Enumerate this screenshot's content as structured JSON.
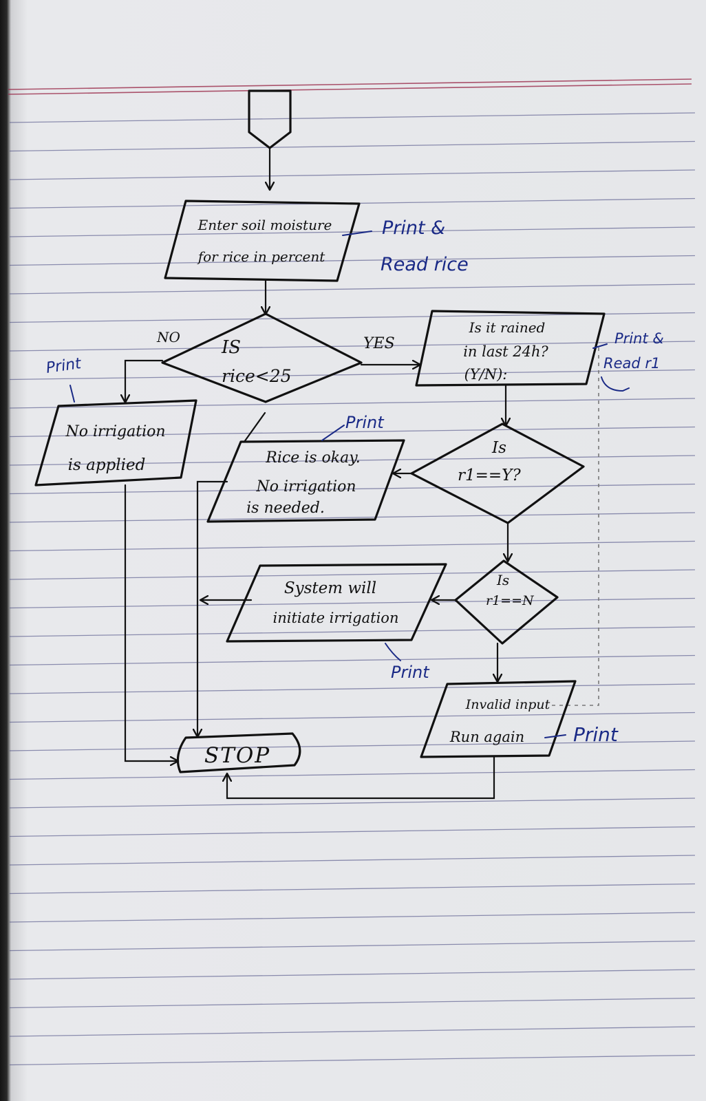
{
  "start_node": {
    "symbol": "start"
  },
  "input_moisture": {
    "line1": "Enter soil moisture",
    "line2": "for rice in percent",
    "note_line1": "Print &",
    "note_line2": "Read rice"
  },
  "decision_rice": {
    "line1": "IS",
    "line2": "rice<25",
    "no_label": "NO",
    "yes_label": "YES"
  },
  "output_no_irrigation": {
    "line1": "No irrigation",
    "line2": "is applied",
    "note": "Print"
  },
  "input_rain": {
    "line1": "Is it rained",
    "line2": "in last 24h?",
    "line3": "(Y/N):",
    "note_line1": "Print &",
    "note_line2": "Read r1"
  },
  "decision_r1_y": {
    "line1": "Is",
    "line2": "r1==Y?"
  },
  "output_rice_okay": {
    "line1": "Rice is okay.",
    "line2": "No irrigation",
    "line3": "is needed.",
    "note": "Print"
  },
  "decision_r1_n": {
    "line1": "Is",
    "line2": "r1==N"
  },
  "output_irrigation": {
    "line1": "System will",
    "line2": "initiate irrigation",
    "note": "Print"
  },
  "output_invalid": {
    "line1": "Invalid input",
    "line2": "Run again",
    "note": "Print"
  },
  "stop_node": {
    "label": "STOP"
  }
}
